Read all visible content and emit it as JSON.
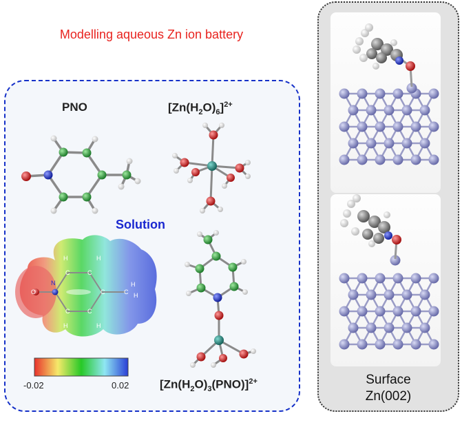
{
  "title": "Modelling aqueous Zn ion battery",
  "panels": {
    "solution_label": "Solution",
    "surface_label_line1": "Surface",
    "surface_label_line2": "Zn(002)"
  },
  "molecules": {
    "pno": "PNO",
    "zn_hex_main": "[Zn(H",
    "zn_hex_sub2": "2",
    "zn_hex_mid": "O)",
    "zn_hex_sub6": "6",
    "zn_hex_close": "]",
    "zn_hex_sup": "2+",
    "zn_pno_main": "[Zn(H",
    "zn_pno_sub2": "2",
    "zn_pno_mid": "O)",
    "zn_pno_sub3": "3",
    "zn_pno_close": "(PNO)]",
    "zn_pno_sup": "2+"
  },
  "colorbar": {
    "min_label": "-0.02",
    "max_label": "0.02",
    "colors": [
      "#e8332c",
      "#f5e96a",
      "#27c927",
      "#8fe6f2",
      "#2a3fd6"
    ]
  },
  "esp_atom_labels": {
    "o": "O",
    "n": "N",
    "c": "C",
    "h": "H"
  },
  "atom_colors": {
    "carbon": "#2e9d3a",
    "nitrogen": "#2233cc",
    "oxygen": "#dd2020",
    "hydrogen": "#f2f2f2",
    "zinc": "#2f8f86",
    "zn_surface": "#8e90c8",
    "surface_carbon": "#8a8a8a"
  }
}
